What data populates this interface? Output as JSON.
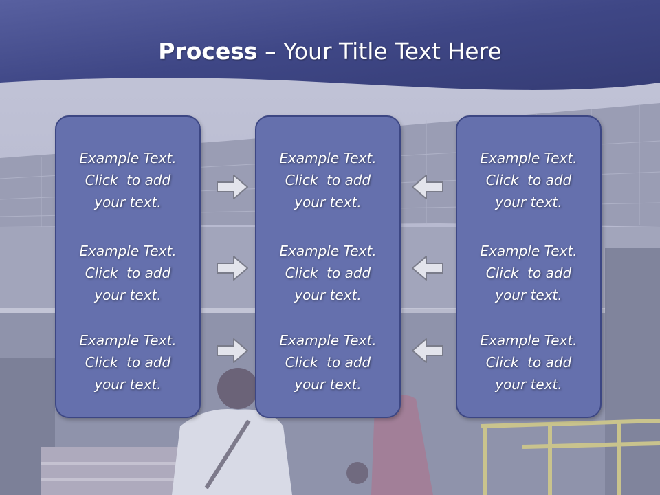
{
  "title": {
    "bold": "Process",
    "rest": " – Your Title Text Here"
  },
  "columns": [
    {
      "items": [
        {
          "line1": "Example Text.",
          "line2": "Click  to add",
          "line3": "your text."
        },
        {
          "line1": "Example Text.",
          "line2": "Click  to add",
          "line3": "your text."
        },
        {
          "line1": "Example Text.",
          "line2": "Click  to add",
          "line3": "your text."
        }
      ]
    },
    {
      "items": [
        {
          "line1": "Example Text.",
          "line2": "Click  to add",
          "line3": "your text."
        },
        {
          "line1": "Example Text.",
          "line2": "Click  to add",
          "line3": "your text."
        },
        {
          "line1": "Example Text.",
          "line2": "Click  to add",
          "line3": "your text."
        }
      ]
    },
    {
      "items": [
        {
          "line1": "Example Text.",
          "line2": "Click  to add",
          "line3": "your text."
        },
        {
          "line1": "Example Text.",
          "line2": "Click  to add",
          "line3": "your text."
        },
        {
          "line1": "Example Text.",
          "line2": "Click  to add",
          "line3": "your text."
        }
      ]
    }
  ],
  "icons": {
    "left_arrows": "arrow-right-icon",
    "right_arrows": "arrow-left-icon"
  },
  "colors": {
    "header_band": "#4a5394",
    "panel_fill": "#6570ad",
    "panel_border": "#3c4683"
  }
}
